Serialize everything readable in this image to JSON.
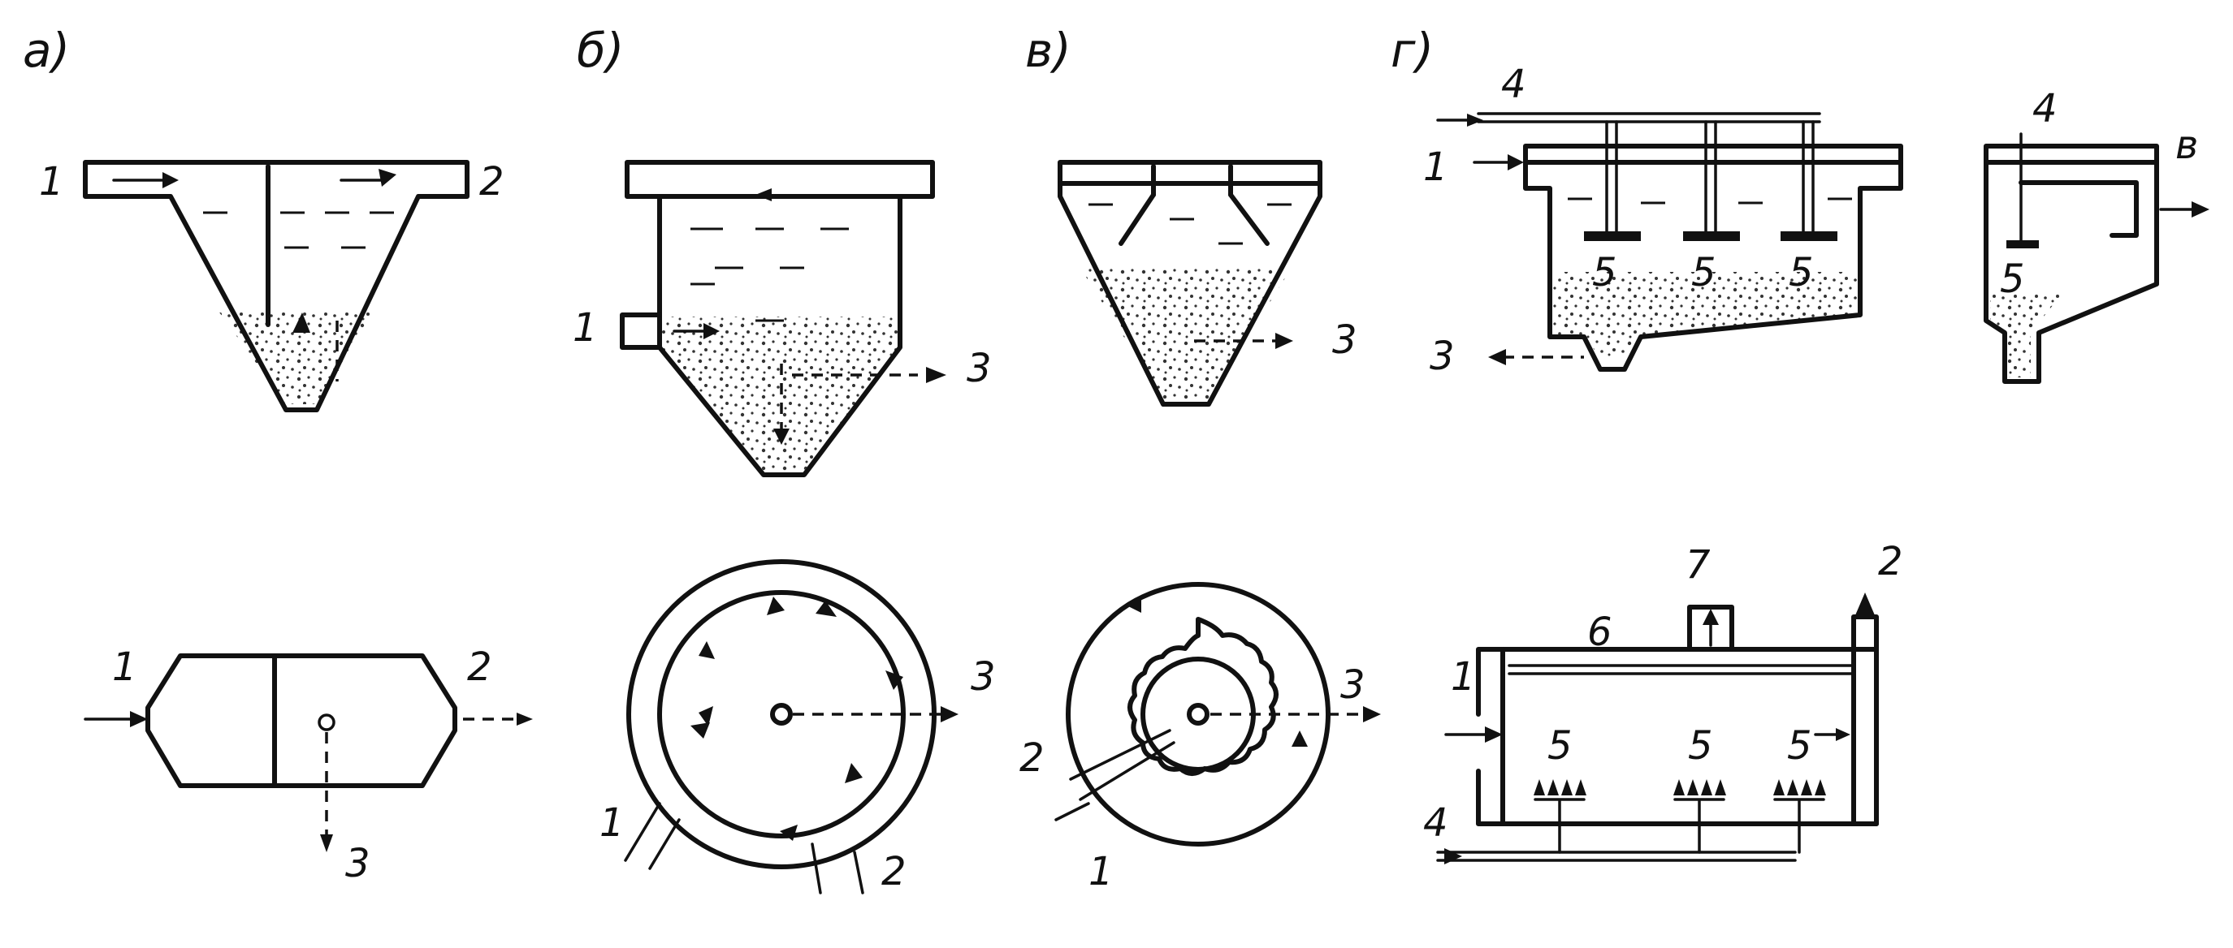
{
  "panels": {
    "a": {
      "letter": "а)",
      "labels": {
        "inlet": "1",
        "outlet": "2",
        "sludge": "3"
      }
    },
    "b": {
      "letter": "б)",
      "labels": {
        "inlet": "1",
        "outlet": "2",
        "sludge": "3"
      }
    },
    "v": {
      "letter": "в)",
      "labels": {
        "inlet": "1",
        "outlet": "2",
        "sludge": "3"
      }
    },
    "g": {
      "letter": "г)",
      "labels": {
        "inlet": "1",
        "outlet": "2",
        "sludge": "3",
        "air": "4",
        "aerator": "5",
        "aerator_b": "5",
        "aerator_c": "5",
        "grid": "6",
        "hatch": "7",
        "side_air": "4",
        "side_aerator": "5",
        "side_outlet": "в"
      }
    }
  }
}
